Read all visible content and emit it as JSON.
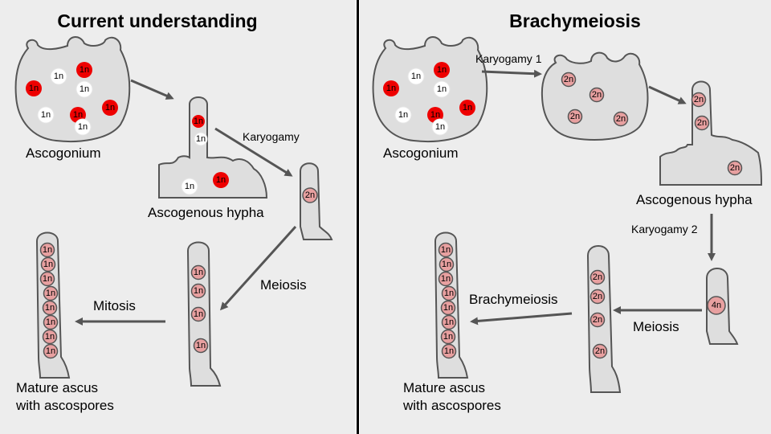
{
  "left_panel": {
    "title": "Current understanding",
    "ascogonium_label": "Ascogonium",
    "ascogenous_hypha_label": "Ascogenous hypha",
    "karyogamy_label": "Karyogamy",
    "meiosis_label": "Meiosis",
    "mitosis_label": "Mitosis",
    "mature_line1": "Mature ascus",
    "mature_line2": "with ascospores"
  },
  "right_panel": {
    "title": "Brachymeiosis",
    "ascogonium_label": "Ascogonium",
    "karyogamy1_label": "Karyogamy 1",
    "ascogenous_hypha_label": "Ascogenous hypha",
    "karyogamy2_label": "Karyogamy 2",
    "meiosis_label": "Meiosis",
    "brachymeiosis_label": "Brachymeiosis",
    "mature_line1": "Mature ascus",
    "mature_line2": "with ascospores"
  },
  "nuclei": {
    "n1": "1n",
    "n2": "2n",
    "n4": "4n"
  },
  "colors": {
    "red": "#ee0000",
    "white": "#ffffff",
    "pink": "#e8a0a0",
    "cell_fill": "#dedede",
    "outline": "#555555",
    "arrow": "#555555",
    "divider": "#000000"
  }
}
